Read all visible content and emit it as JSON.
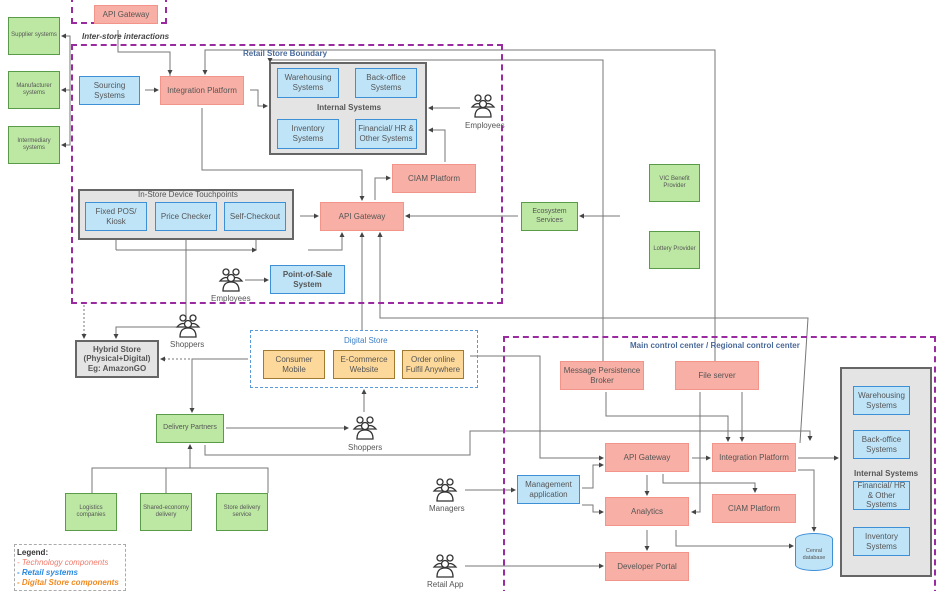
{
  "top_store": {
    "api_gateway": "API Gateway",
    "inter_store": "Inter-store interactions"
  },
  "external": {
    "supplier": "Supplier systems",
    "manufacturer": "Manufacturer systems",
    "intermediary": "Intermediary systems"
  },
  "retail_store": {
    "title": "Retail Store Boundary",
    "sourcing": "Sourcing Systems",
    "integration": "Integration Platform",
    "internal": {
      "title": "Internal Systems",
      "warehousing": "Warehousing Systems",
      "backoffice": "Back-office Systems",
      "inventory": "Inventory Systems",
      "financial": "Financial/ HR & Other Systems"
    },
    "employees_top": "Employees",
    "ciam": "CIAM Platform",
    "touchpoints": {
      "title": "In-Store Device Touchpoints",
      "pos": "Fixed POS/ Kiosk",
      "price": "Price Checker",
      "self": "Self-Checkout"
    },
    "api_gateway": "API Gateway",
    "pos_system": "Point-of-Sale System",
    "employees_bottom": "Employees"
  },
  "ecosystem": {
    "services": "Ecosystem Services",
    "vic": "VIC Benefit Provider",
    "lottery": "Lottery Provider"
  },
  "shoppers_top": "Shoppers",
  "hybrid": "Hybrid Store (Physical+Digital) Eg: AmazonGO",
  "digital_store": {
    "title": "Digital Store",
    "mobile": "Consumer Mobile",
    "ecommerce": "E-Commerce Website",
    "order": "Order online Fulfil Anywhere"
  },
  "delivery": {
    "partners": "Delivery Partners",
    "logistics": "Logistics companies",
    "shared": "Shared-economy delivery",
    "store": "Store delivery service"
  },
  "shoppers_bottom": "Shoppers",
  "legend": {
    "title": "Legend:",
    "tech": "- Technology components",
    "retail": "- Retail systems",
    "digital": "- Digital Store components"
  },
  "main": {
    "title": "Main control center / Regional control center",
    "broker": "Message Persistence Broker",
    "file": "File server",
    "api": "API Gateway",
    "integration": "Integration Platform",
    "mgmt": "Management application",
    "analytics": "Analytics",
    "ciam": "CIAM Platform",
    "devportal": "Developer Portal",
    "db": "Cenral database",
    "internal": {
      "title": "Internal Systems",
      "warehousing": "Warehousing Systems",
      "backoffice": "Back-office Systems",
      "financial": "Financial/ HR & Other Systems",
      "inventory": "Inventory Systems"
    },
    "managers": "Managers",
    "retail_app": "Retail App"
  },
  "colors": {
    "tech": "#f8b0a6",
    "retail": "#bfe4f8",
    "external": "#bde8a4",
    "digital": "#fcd89a",
    "boundary": "#9a2aa0"
  }
}
